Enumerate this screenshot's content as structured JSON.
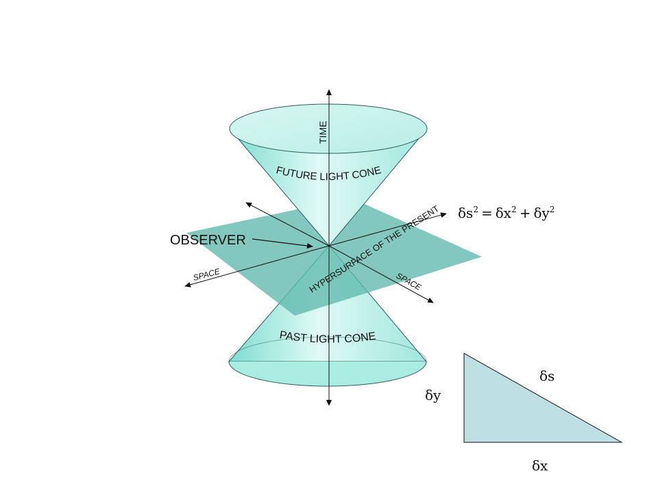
{
  "labels": {
    "time": "TIME",
    "future_cone": "FUTURE LIGHT CONE",
    "past_cone": "PAST LIGHT CONE",
    "observer": "OBSERVER",
    "space_left": "SPACE",
    "space_right": "SPACE",
    "hypersurface": "HYPERSURFACE OF THE PRESENT"
  },
  "equation": {
    "ds": "δs",
    "equals": "=",
    "dx": "δx",
    "plus": "+",
    "dy": "δy",
    "power": "2"
  },
  "triangle": {
    "hypotenuse": "δs",
    "vertical": "δy",
    "horizontal": "δx"
  },
  "colors": {
    "cone_fill": "#c8f4ec",
    "cone_edge": "#2a5f5a",
    "plane_fill": "#5fb8ac",
    "triangle_fill": "#bfe0e3",
    "axis": "#111111"
  }
}
